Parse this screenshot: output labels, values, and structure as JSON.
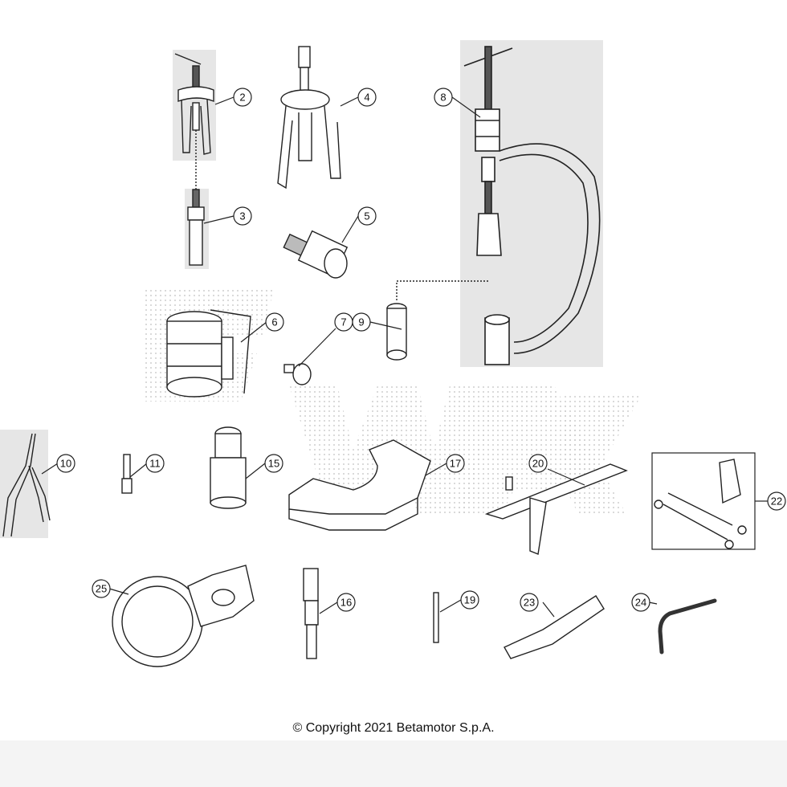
{
  "diagram": {
    "callouts": [
      "2",
      "3",
      "4",
      "5",
      "6",
      "7",
      "9",
      "8",
      "10",
      "11",
      "15",
      "17",
      "20",
      "22",
      "25",
      "16",
      "19",
      "23",
      "24"
    ]
  },
  "footer": {
    "copyright": "© Copyright 2021 Betamotor S.p.A."
  }
}
